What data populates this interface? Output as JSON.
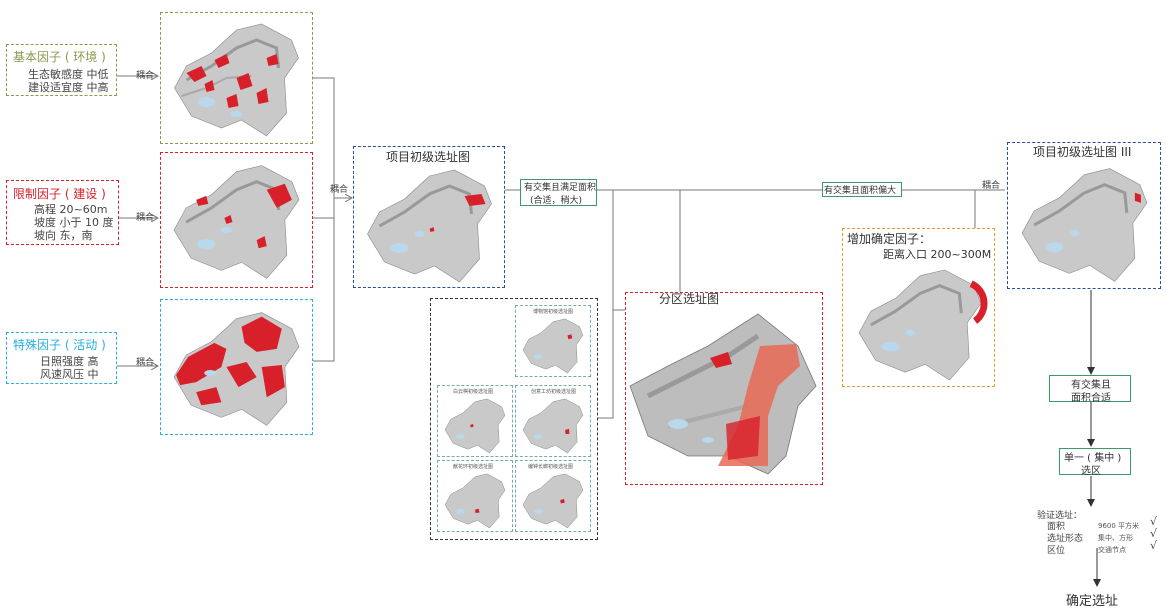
{
  "factors": {
    "basic": {
      "title": "基本因子 ( 环境 )",
      "lines": [
        "生态敏感度 中低",
        "建设适宜度 中高"
      ],
      "color": "#8a9a4c"
    },
    "limit": {
      "title": "限制因子 ( 建设 )",
      "lines": [
        "高程 20~60m",
        "坡度 小于 10 度",
        "坡向 东，南"
      ],
      "color": "#d8202a"
    },
    "special": {
      "title": "特殊因子 ( 活动 )",
      "lines": [
        "日照强度 高",
        "风速风压 中"
      ],
      "color": "#29aee0"
    }
  },
  "coupling_label": "耦合",
  "initial_map": {
    "title": "项目初级选址图",
    "color": "#2d4d9a"
  },
  "condition_box": {
    "lines": [
      "有交集且满足面积",
      "(合适，稍大)"
    ],
    "color": "#3c9a6a"
  },
  "partition_map": {
    "title": "分区选址图",
    "color": "#d8202a"
  },
  "sub_maps": {
    "titles": [
      "博物馆初级选址图",
      "白云棋初级选址图",
      "创意工坊初级选址图",
      "献花环初级选址图",
      "编钟长廊初级选址图"
    ]
  },
  "offset_box": {
    "text": "有交集且面积偏大",
    "color": "#3c9a6a"
  },
  "added_factor": {
    "title": "增加确定因子：",
    "detail": "距离入口 200~300M",
    "color": "#e0a12a"
  },
  "final_map": {
    "title": "项目初级选址图 III",
    "color": "#2d4d9a"
  },
  "result_box": {
    "lines": [
      "有交集且",
      "面积合适"
    ],
    "color": "#3c9a6a"
  },
  "single_box": {
    "lines": [
      "单一 ( 集中 )",
      "选区"
    ],
    "color": "#3c9a6a"
  },
  "verify": {
    "title": "验证选址：",
    "rows": [
      {
        "label": "面积",
        "value": "9600 平方米",
        "check": "√"
      },
      {
        "label": "选址形态",
        "value": "集中、方形",
        "check": "√"
      },
      {
        "label": "区位",
        "value": "交通节点",
        "check": "√"
      }
    ]
  },
  "final_label": "确定选址"
}
